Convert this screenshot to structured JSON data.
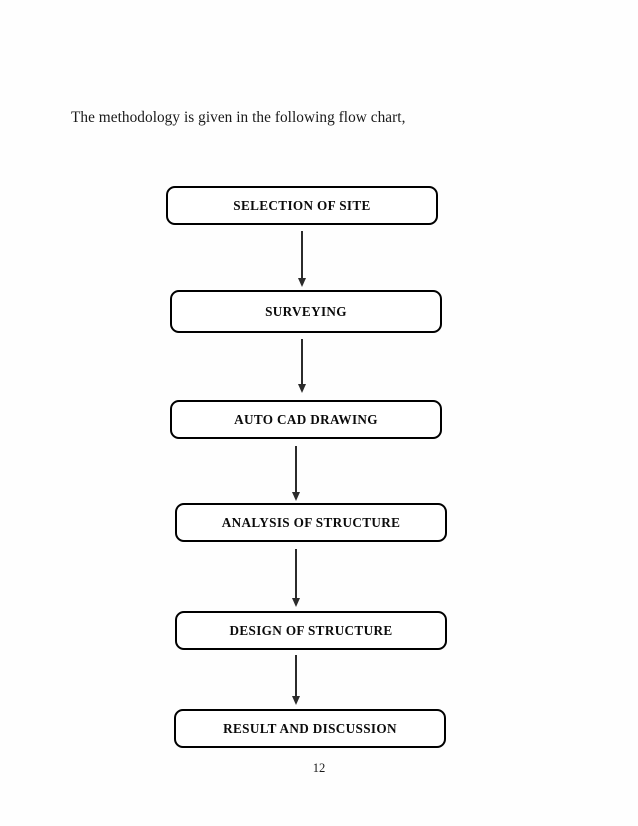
{
  "document": {
    "intro_text": "The methodology is given in the following flow chart,",
    "page_number": "12"
  },
  "chart_data": {
    "type": "diagram",
    "diagram_kind": "flowchart",
    "orientation": "top-to-bottom",
    "title": "",
    "nodes": [
      {
        "id": "n1",
        "label": "SELECTION OF SITE",
        "shape": "rounded-rectangle"
      },
      {
        "id": "n2",
        "label": "SURVEYING",
        "shape": "rounded-rectangle"
      },
      {
        "id": "n3",
        "label": "AUTO CAD DRAWING",
        "shape": "rounded-rectangle"
      },
      {
        "id": "n4",
        "label": "ANALYSIS OF STRUCTURE",
        "shape": "rounded-rectangle"
      },
      {
        "id": "n5",
        "label": "DESIGN OF STRUCTURE",
        "shape": "rounded-rectangle"
      },
      {
        "id": "n6",
        "label": "RESULT AND DISCUSSION",
        "shape": "rounded-rectangle"
      }
    ],
    "edges": [
      {
        "from": "n1",
        "to": "n2",
        "style": "arrow-down"
      },
      {
        "from": "n2",
        "to": "n3",
        "style": "arrow-down"
      },
      {
        "from": "n3",
        "to": "n4",
        "style": "arrow-down"
      },
      {
        "from": "n4",
        "to": "n5",
        "style": "arrow-down"
      },
      {
        "from": "n5",
        "to": "n6",
        "style": "arrow-down"
      }
    ],
    "colors": {
      "node_border": "#000000",
      "node_fill": "#ffffff",
      "text": "#0b0b0b",
      "arrow": "#2b2b2b",
      "background": "#ffffff"
    }
  }
}
